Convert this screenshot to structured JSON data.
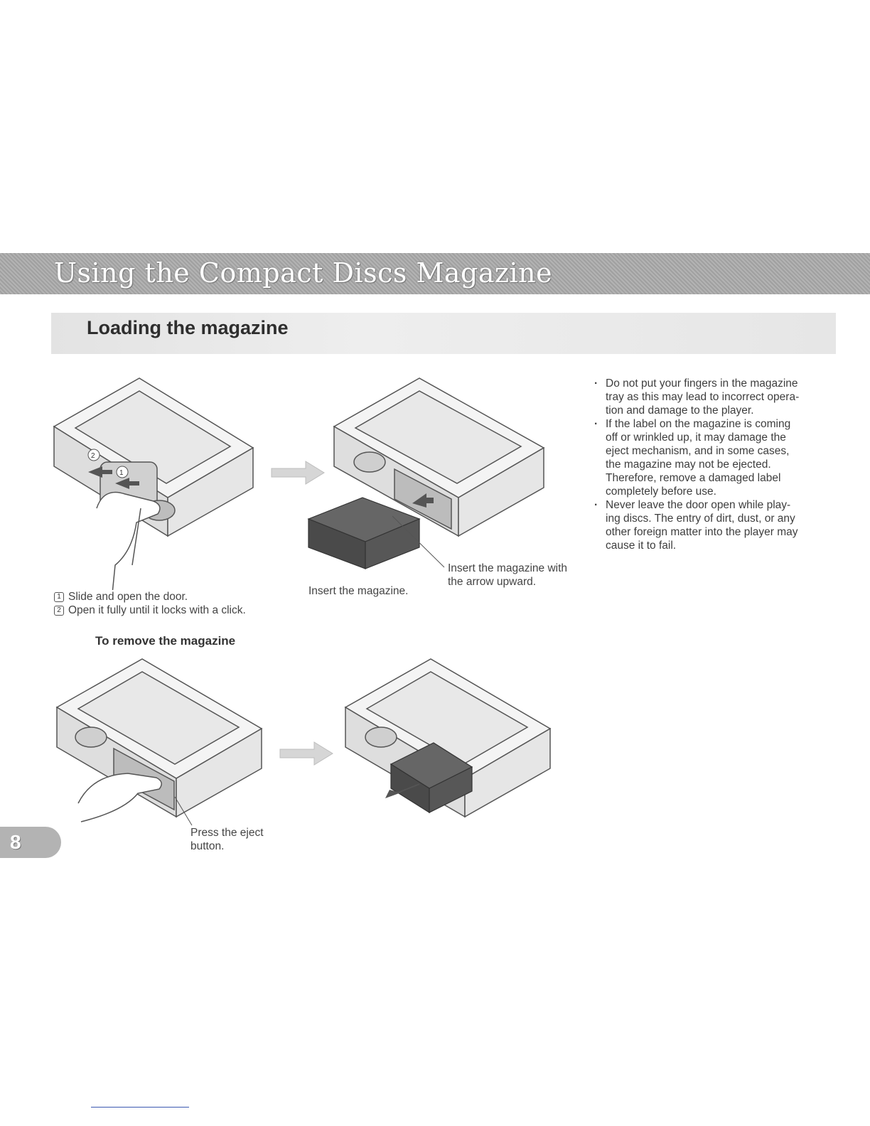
{
  "title": "Using the Compact Discs Magazine",
  "section": "Loading the magazine",
  "loading": {
    "steps": [
      {
        "num": "1",
        "text": "Slide and open the door."
      },
      {
        "num": "2",
        "text": "Open it fully until it locks with a click."
      }
    ],
    "insert_caption": "Insert the magazine.",
    "arrow_caption": [
      "Insert the magazine with",
      "the arrow upward."
    ]
  },
  "remove": {
    "heading": "To remove the magazine",
    "eject_caption": [
      "Press the eject",
      "button."
    ]
  },
  "notes": [
    [
      "Do not put your fingers in the magazine",
      "tray as this may lead to incorrect opera-",
      "tion and damage to the player."
    ],
    [
      "If the label on the magazine is coming",
      "off or wrinkled up, it may damage the",
      "eject mechanism, and in some cases,",
      "the magazine may not be ejected.",
      "Therefore, remove a damaged label",
      "completely before use."
    ],
    [
      "Never leave the door open while play-",
      "ing discs. The entry of dirt, dust, or any",
      "other foreign matter into the player may",
      "cause it to fail."
    ]
  ],
  "page_number": "8"
}
